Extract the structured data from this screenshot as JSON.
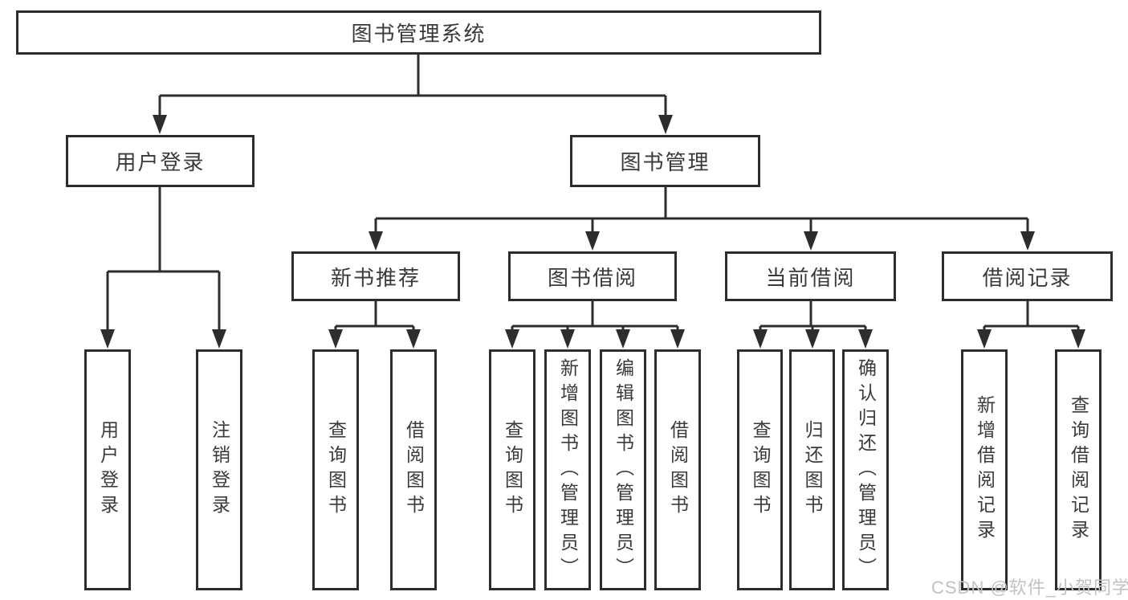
{
  "diagram": {
    "type": "hierarchy-tree",
    "tree": {
      "label": "图书管理系统",
      "children": [
        {
          "label": "用户登录",
          "children": [
            {
              "label": "用户登录"
            },
            {
              "label": "注销登录"
            }
          ]
        },
        {
          "label": "图书管理",
          "children": [
            {
              "label": "新书推荐",
              "children": [
                {
                  "label": "查询图书"
                },
                {
                  "label": "借阅图书"
                }
              ]
            },
            {
              "label": "图书借阅",
              "children": [
                {
                  "label": "查询图书"
                },
                {
                  "label": "新增图书（管理员）"
                },
                {
                  "label": "编辑图书（管理员）"
                },
                {
                  "label": "借阅图书"
                }
              ]
            },
            {
              "label": "当前借阅",
              "children": [
                {
                  "label": "查询图书"
                },
                {
                  "label": "归还图书"
                },
                {
                  "label": "确认归还（管理员）"
                }
              ]
            },
            {
              "label": "借阅记录",
              "children": [
                {
                  "label": "新增借阅记录"
                },
                {
                  "label": "查询借阅记录"
                }
              ]
            }
          ]
        }
      ]
    },
    "colors": {
      "line": "#2d2d2d",
      "box_border": "#2d2d2d",
      "box_fill": "#ffffff",
      "text": "#3a3a3a",
      "background": "#ffffff"
    }
  },
  "watermark": {
    "text": "CSDN @软件_小贺同学",
    "color": "#c2c2c2"
  }
}
